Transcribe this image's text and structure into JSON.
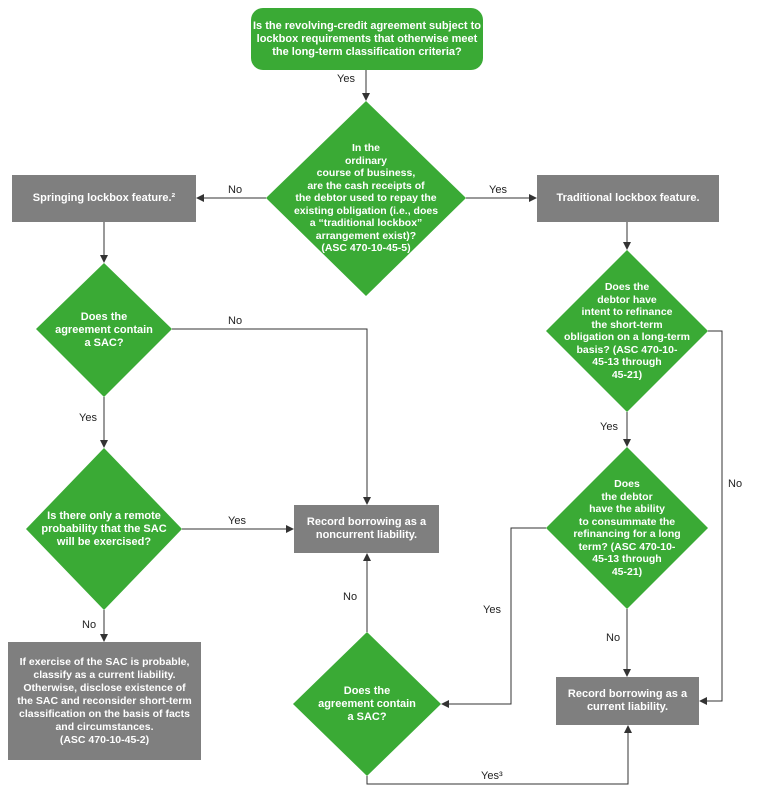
{
  "colors": {
    "green": "#3aaa35",
    "gray": "#7f7f7f",
    "line": "#333333",
    "text_dark": "#222222",
    "text_light": "#ffffff"
  },
  "nodes": {
    "start": "Is the revolving-credit agreement subject to\nlockbox requirements that otherwise meet\nthe long-term classification criteria?",
    "ordinary_course": "In the\nordinary\ncourse of business,\nare the cash receipts of\nthe debtor used to repay the\nexisting obligation (i.e., does\na “traditional lockbox”\narrangement exist)?\n(ASC 470-10-45-5)",
    "springing": "Springing lockbox feature.²",
    "traditional": "Traditional lockbox feature.",
    "sac_left": "Does the\nagreement contain\na SAC?",
    "remote": "Is there only a remote\nprobability that the SAC\nwill be exercised?",
    "noncurrent": "Record borrowing as a\nnoncurrent liability.",
    "if_probable": "If exercise of the SAC is probable,\nclassify as a current liability.\nOtherwise, disclose existence of\nthe SAC and reconsider short-term\nclassification on the basis of facts\nand circumstances.\n(ASC 470-10-45-2)",
    "intent": "Does the\ndebtor have\nintent to refinance\nthe short-term\nobligation on a long-term\nbasis? (ASC 470-10-\n45-13 through\n45-21)",
    "ability": "Does\nthe debtor\nhave the ability\nto consummate the\nrefinancing for a long\nterm? (ASC 470-10-\n45-13 through\n45-21)",
    "sac_bottom": "Does the\nagreement contain\na SAC?",
    "current": "Record borrowing as a\ncurrent liability."
  },
  "edge_labels": {
    "start_yes": "Yes",
    "ordinary_no": "No",
    "ordinary_yes": "Yes",
    "sac_left_no": "No",
    "sac_left_yes": "Yes",
    "remote_yes": "Yes",
    "remote_no": "No",
    "intent_yes": "Yes",
    "intent_no": "No",
    "ability_yes": "Yes",
    "ability_no": "No",
    "sac_bottom_no": "No",
    "sac_bottom_yes": "Yes³"
  }
}
